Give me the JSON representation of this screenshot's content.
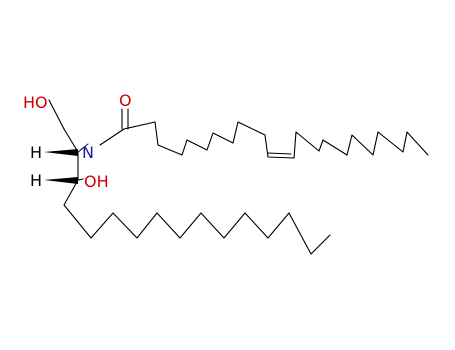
{
  "molecule": {
    "atoms": {
      "ho_top": {
        "label": "HO",
        "color": "#d40000"
      },
      "o_carbonyl": {
        "label": "O",
        "color": "#d40000"
      },
      "nitrogen": {
        "label": "N",
        "color": "#1a1aa6"
      },
      "oh_secondary": {
        "label": "OH",
        "color": "#d40000"
      },
      "h_upper": {
        "label": "H",
        "color": "#000000"
      },
      "h_lower": {
        "label": "H",
        "color": "#000000"
      }
    },
    "colors": {
      "bond": "#000000",
      "oxygen": "#d40000",
      "nitrogen": "#1a1aa6"
    }
  }
}
